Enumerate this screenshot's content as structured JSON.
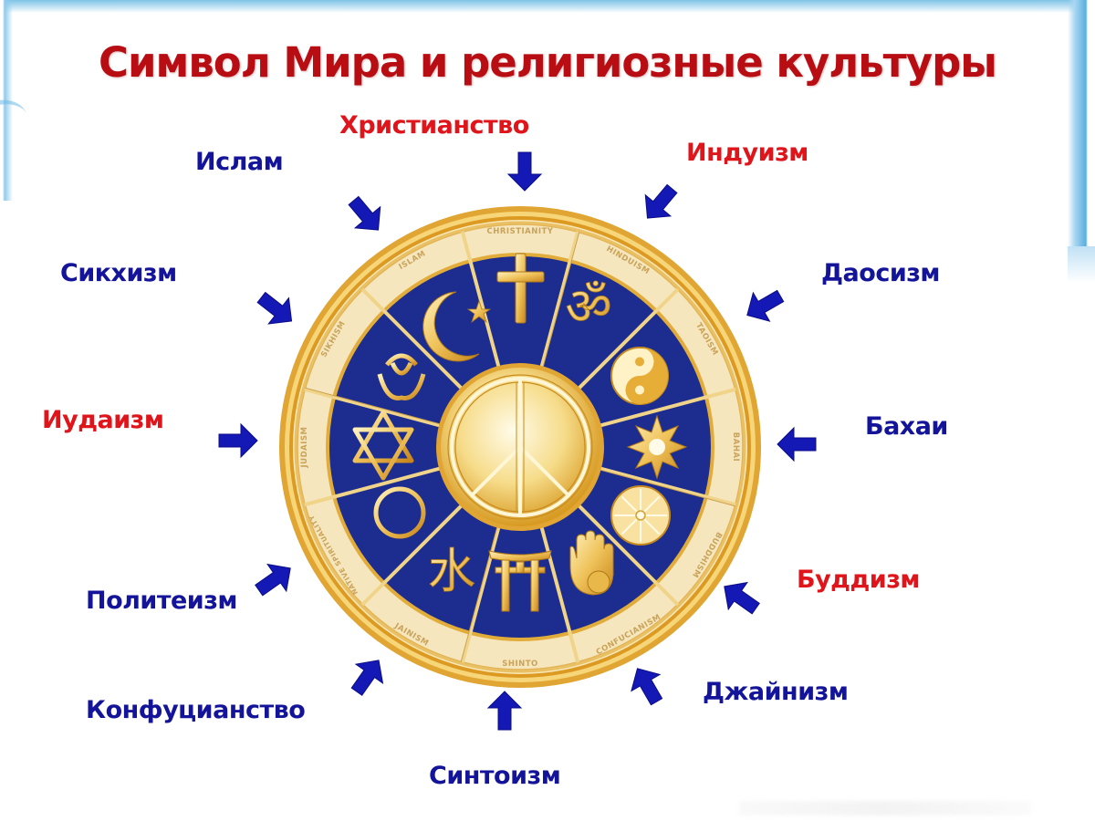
{
  "title": "Символ Мира и религиозные культуры",
  "colors": {
    "title": "#b80d12",
    "label_red": "#e0151b",
    "label_blue": "#13149a",
    "arrow": "#1418b4",
    "wheel_blue": "#1c2d8f",
    "gold": "#e3a521",
    "gold_light": "#f7e2a6",
    "ring_cream": "#f6e8c2",
    "frame_blue": "#6db9e4"
  },
  "center_symbol": "peace-sign",
  "labels": [
    {
      "id": "christianity",
      "text": "Христианство",
      "color": "red"
    },
    {
      "id": "islam",
      "text": "Ислам",
      "color": "blue"
    },
    {
      "id": "hinduism",
      "text": "Индуизм",
      "color": "red"
    },
    {
      "id": "sikhism",
      "text": "Сикхизм",
      "color": "blue"
    },
    {
      "id": "taoism",
      "text": "Даосизм",
      "color": "blue"
    },
    {
      "id": "judaism",
      "text": "Иудаизм",
      "color": "red"
    },
    {
      "id": "bahai",
      "text": "Бахаи",
      "color": "blue"
    },
    {
      "id": "polytheism",
      "text": "Политеизм",
      "color": "blue"
    },
    {
      "id": "buddhism",
      "text": "Буддизм",
      "color": "red"
    },
    {
      "id": "confucianism",
      "text": "Конфуцианство",
      "color": "blue"
    },
    {
      "id": "jainism",
      "text": "Джайнизм",
      "color": "blue"
    },
    {
      "id": "shinto",
      "text": "Синтоизм",
      "color": "blue"
    }
  ],
  "wheel_sectors": [
    {
      "ring_text": "CHRISTIANITY",
      "symbol": "cross"
    },
    {
      "ring_text": "HINDUISM",
      "symbol": "om"
    },
    {
      "ring_text": "TAOISM",
      "symbol": "yin-yang"
    },
    {
      "ring_text": "BAHAI",
      "symbol": "nine-pointed-star"
    },
    {
      "ring_text": "BUDDHISM",
      "symbol": "dharma-wheel"
    },
    {
      "ring_text": "JAINISM",
      "symbol": "jain-hand"
    },
    {
      "ring_text": "SHINTO",
      "symbol": "torii-gate"
    },
    {
      "ring_text": "CONFUCIANISM",
      "symbol": "water-character"
    },
    {
      "ring_text": "NATIVE SPIRITUALITY",
      "symbol": "sun-cross"
    },
    {
      "ring_text": "JUDAISM",
      "symbol": "star-of-david"
    },
    {
      "ring_text": "SIKHISM",
      "symbol": "khanda"
    },
    {
      "ring_text": "ISLAM",
      "symbol": "crescent-star"
    }
  ]
}
